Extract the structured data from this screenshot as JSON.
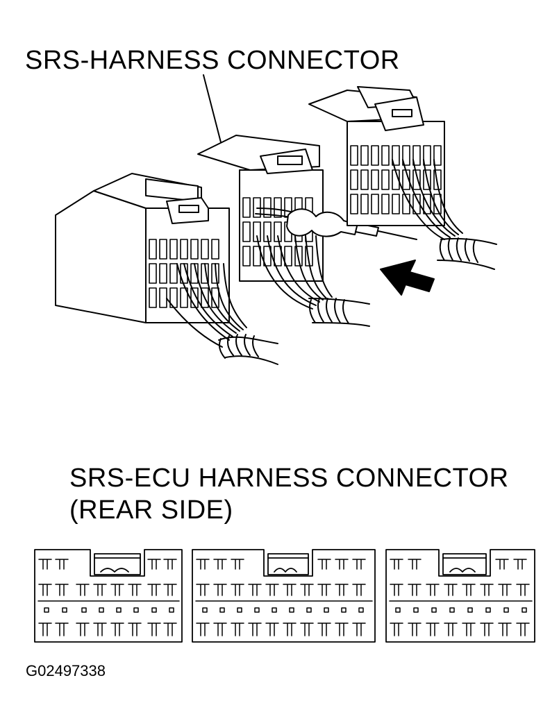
{
  "labels": {
    "harness_connector": "SRS-HARNESS CONNECTOR",
    "ecu_connector_line1": "SRS-ECU HARNESS CONNECTOR",
    "ecu_connector_line2": "(REAR SIDE)",
    "figure_id": "G02497338"
  },
  "icons": {
    "arrow": "arrow-icon",
    "probe": "probe-icon"
  },
  "colors": {
    "line": "#000000",
    "background": "#ffffff"
  }
}
